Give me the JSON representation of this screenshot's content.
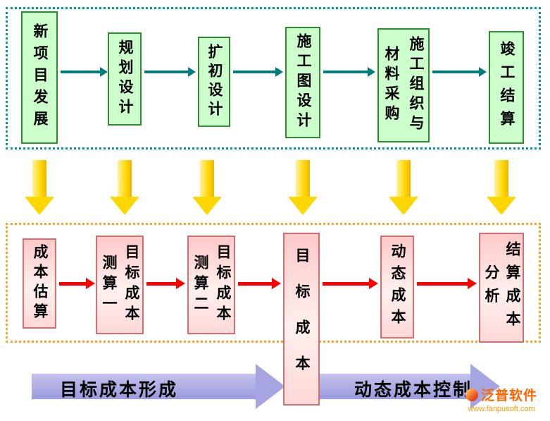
{
  "top_flow": {
    "stages": [
      "新项目发展",
      "规划设计",
      "扩初设计",
      "施工图设计",
      "施工组织与材料采购",
      "竣工结算"
    ]
  },
  "bottom_flow": {
    "stages": [
      "成本估算",
      "目标成本测算一",
      "目标成本测算二",
      "目标成本",
      "动态成本",
      "结算成本分析"
    ]
  },
  "phase_labels": {
    "left": "目标成本形成",
    "right": "动态成本控制"
  },
  "watermark": {
    "brand": "泛普软件",
    "url": "www.fanpusoft.com"
  },
  "colors": {
    "top_box_bg": "#ccffcc",
    "top_box_border": "#2e8b2e",
    "top_container_border": "#009898",
    "top_arrow": "#007d7d",
    "down_arrow": "#ffd700",
    "bottom_box_bg": "#ffd3d3",
    "bottom_box_border": "#d07070",
    "bottom_container_border": "#ffa020",
    "bottom_arrow": "#ff0000",
    "phase_arrow": "#a5a5e2",
    "watermark_text": "#ff6600"
  }
}
